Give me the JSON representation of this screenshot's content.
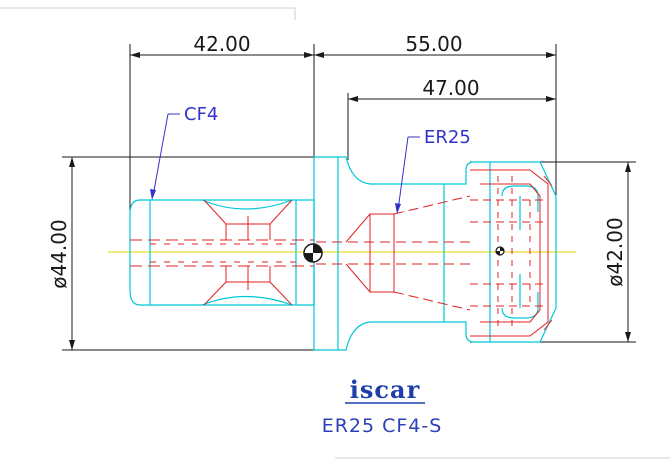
{
  "dimensions": {
    "left_length": "42.00",
    "overall_length": "55.00",
    "collet_length": "47.00",
    "left_diameter": "ø44.00",
    "right_diameter": "ø42.00"
  },
  "callouts": {
    "shank": "CF4",
    "collet": "ER25"
  },
  "logo": "iscar",
  "product_name": "ER25 CF4-S",
  "colors": {
    "dimension_lines": "#1a1a1a",
    "outline": "#00c8d8",
    "hidden_lines": "#e02020",
    "centerline": "#e6d200",
    "callout": "#3333cc"
  }
}
